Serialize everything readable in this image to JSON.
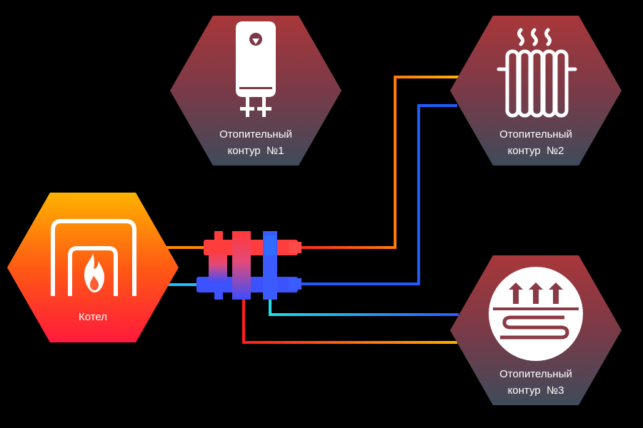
{
  "nodes": {
    "boiler": {
      "label": "Котел",
      "icon": "boiler-fire-icon"
    },
    "circuit1": {
      "line1": "Отопительный",
      "line2": "контур  №1",
      "icon": "water-heater-icon"
    },
    "circuit2": {
      "line1": "Отопительный",
      "line2": "контур  №2",
      "icon": "radiator-icon"
    },
    "circuit3": {
      "line1": "Отопительный",
      "line2": "контур  №3",
      "icon": "underfloor-heating-icon"
    }
  },
  "colors": {
    "hot": "#ff9f00",
    "hot_deep": "#ff2a1a",
    "cold": "#19d2e6",
    "cold_deep": "#1e3cff",
    "hex_top": "#a8373a",
    "hex_bottom": "#3f4b5a",
    "boiler_top": "#ffb000",
    "boiler_bottom": "#ff1a3a",
    "background": "#000000"
  }
}
